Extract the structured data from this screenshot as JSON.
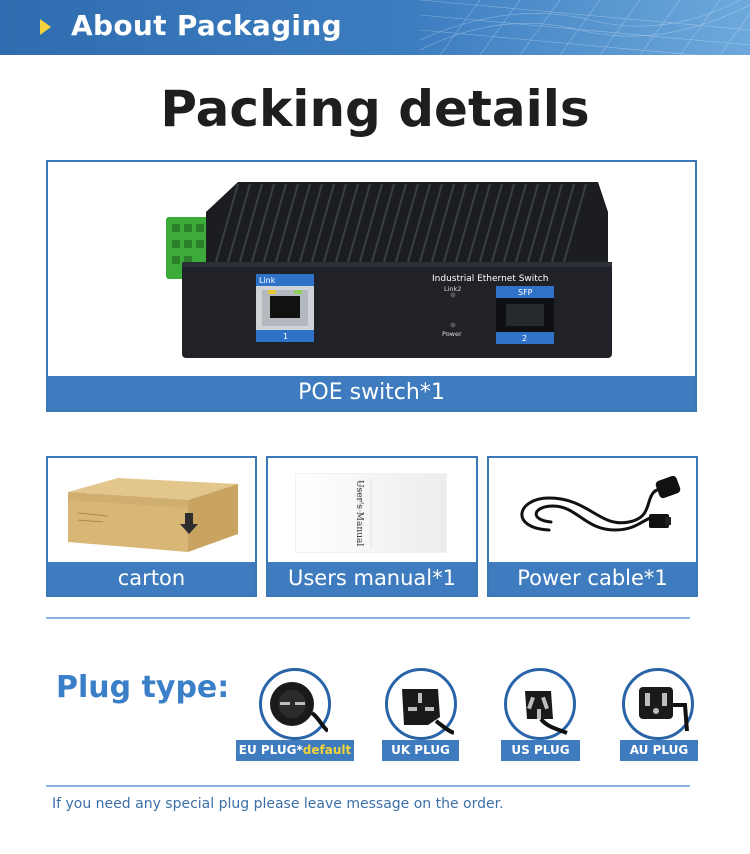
{
  "header": {
    "title": "About Packaging"
  },
  "main_title": "Packing details",
  "main_item": {
    "caption": "POE switch*1",
    "device": {
      "port_left_label": "Link",
      "port_left_number": "1",
      "model_text": "Industrial Ethernet Switch",
      "led_link2": "Link2",
      "led_power": "Power",
      "port_right_label": "SFP",
      "port_right_number": "2"
    }
  },
  "items": [
    {
      "caption": "carton"
    },
    {
      "caption": "Users manual*1",
      "manual_text": "User's Manual"
    },
    {
      "caption": "Power cable*1"
    }
  ],
  "plugs": {
    "title": "Plug type:",
    "types": [
      {
        "label": "EU PLUG*",
        "suffix": "default",
        "icon": "eu-plug-icon"
      },
      {
        "label": "UK PLUG",
        "icon": "uk-plug-icon"
      },
      {
        "label": "US PLUG",
        "icon": "us-plug-icon"
      },
      {
        "label": "AU PLUG",
        "icon": "au-plug-icon"
      }
    ]
  },
  "footnote": "If you need any special plug please leave message on the order.",
  "colors": {
    "accent": "#3f7cbf",
    "title_blue": "#3a7fc8",
    "highlight": "#f4d339"
  }
}
